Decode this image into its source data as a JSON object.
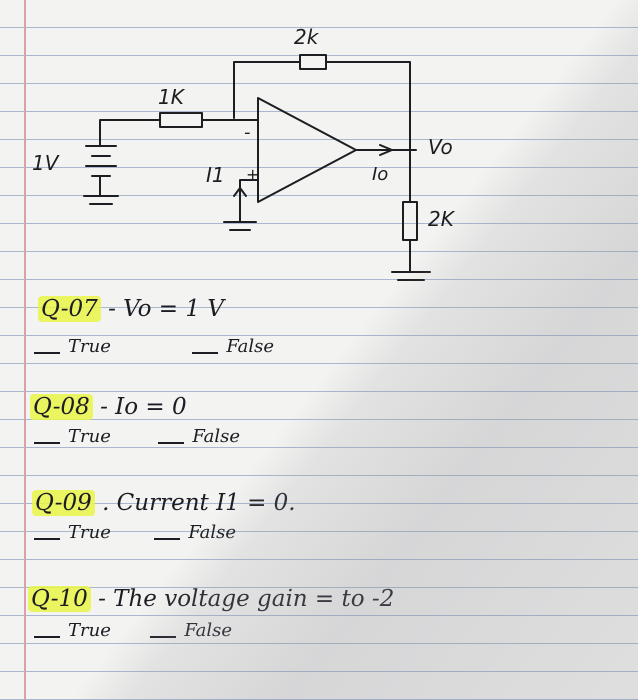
{
  "circuit": {
    "source_label": "1V",
    "input_resistor_label": "1K",
    "feedback_resistor_label": "2k",
    "load_resistor_label": "2K",
    "current_in_label": "I1",
    "current_out_label": "Io",
    "output_label": "Vo",
    "minus_sign": "-",
    "plus_sign": "+"
  },
  "questions": [
    {
      "id": "Q-07",
      "text": "- Vo = 1 V",
      "true_label": "True",
      "false_label": "False"
    },
    {
      "id": "Q-08",
      "text": "- Io = 0",
      "true_label": "True",
      "false_label": "False"
    },
    {
      "id": "Q-09",
      "text": ". Current I1 = 0.",
      "true_label": "True",
      "false_label": "False"
    },
    {
      "id": "Q-10",
      "text": "- The voltage gain = to -2",
      "true_label": "True",
      "false_label": "False"
    }
  ]
}
